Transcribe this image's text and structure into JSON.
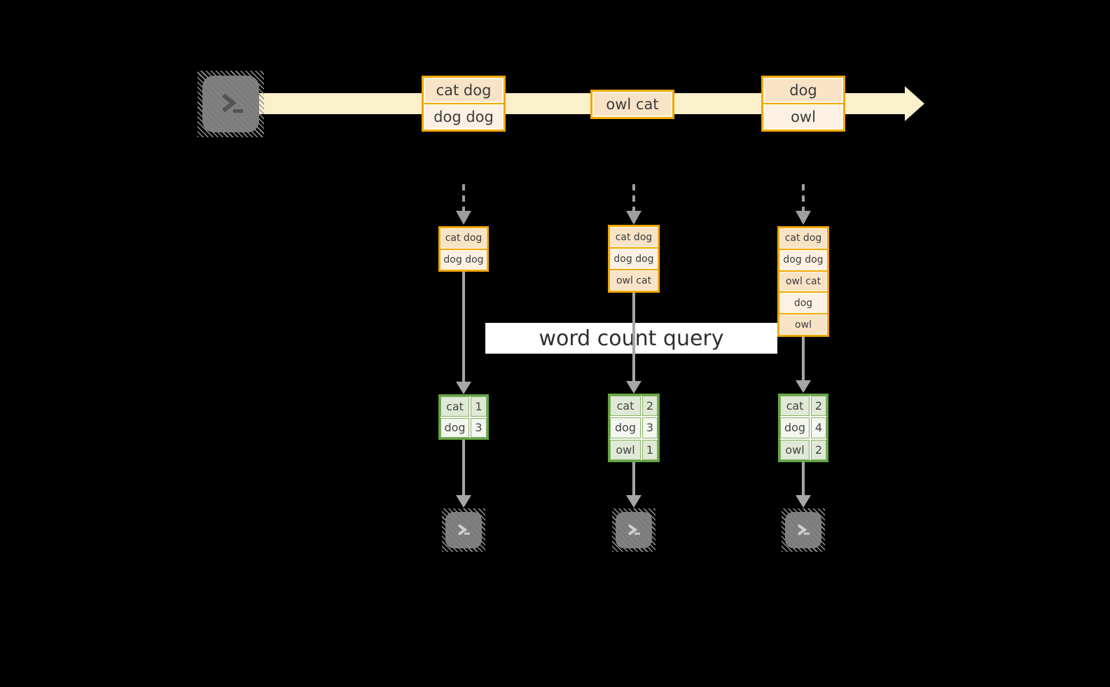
{
  "query": {
    "label": "word count query"
  },
  "stream": {
    "batches": [
      {
        "rows": [
          "cat dog",
          "dog dog"
        ]
      },
      {
        "rows": [
          "owl cat"
        ]
      },
      {
        "rows": [
          "dog",
          "owl"
        ]
      }
    ]
  },
  "micro_batches": [
    {
      "inputs": [
        "cat dog",
        "dog dog"
      ],
      "counts": [
        {
          "word": "cat",
          "count": "1"
        },
        {
          "word": "dog",
          "count": "3"
        }
      ]
    },
    {
      "inputs": [
        "cat dog",
        "dog dog",
        "owl cat"
      ],
      "counts": [
        {
          "word": "cat",
          "count": "2"
        },
        {
          "word": "dog",
          "count": "3"
        },
        {
          "word": "owl",
          "count": "1"
        }
      ]
    },
    {
      "inputs": [
        "cat dog",
        "dog dog",
        "owl cat",
        "dog",
        "owl"
      ],
      "counts": [
        {
          "word": "cat",
          "count": "2"
        },
        {
          "word": "dog",
          "count": "4"
        },
        {
          "word": "owl",
          "count": "2"
        }
      ]
    }
  ],
  "icons": {
    "source": "terminal-prompt",
    "sinks": [
      "terminal-prompt",
      "terminal-prompt",
      "terminal-prompt"
    ],
    "stream_arrow": "right-arrow",
    "batch_arrows": "down-arrow"
  },
  "colors": {
    "background": "#000000",
    "stream_band": "#FAF0CB",
    "box_border": "#F0A802",
    "box_fill_dark": "#F8E3C6",
    "box_fill_light": "#FCF1E2",
    "table_border": "#67A346",
    "table_fill_dark": "#DFE9D5",
    "table_fill_light": "#F3F7F0",
    "arrow_gray": "#A6A6A6",
    "terminal_gray": "#7C7C7C",
    "query_band_bg": "#FFFFFF"
  }
}
